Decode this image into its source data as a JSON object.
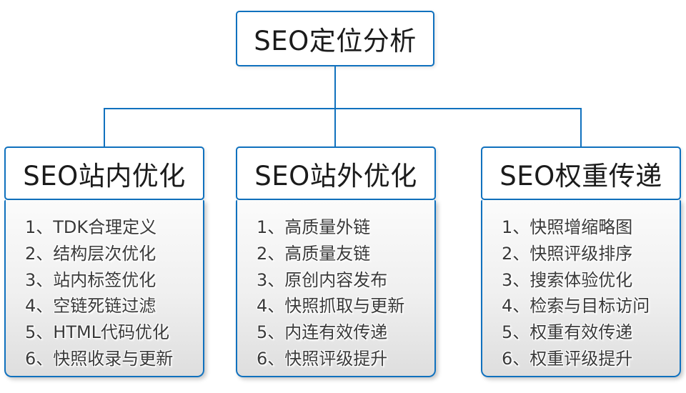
{
  "root": {
    "label": "SEO定位分析"
  },
  "columns": [
    {
      "header": "SEO站内优化",
      "items": [
        "1、TDK合理定义",
        "2、结构层次优化",
        "3、站内标签优化",
        "4、空链死链过滤",
        "5、HTML代码优化",
        "6、快照收录与更新"
      ]
    },
    {
      "header": "SEO站外优化",
      "items": [
        "1、高质量外链",
        "2、高质量友链",
        "3、原创内容发布",
        "4、快照抓取与更新",
        "5、内连有效传递",
        "6、快照评级提升"
      ]
    },
    {
      "header": "SEO权重传递",
      "items": [
        "1、快照增缩略图",
        "2、快照评级排序",
        "3、搜索体验优化",
        "4、检索与目标访问",
        "5、权重有效传递",
        "6、权重评级提升"
      ]
    }
  ],
  "colors": {
    "line_color": "#1071BE",
    "header_text_color": "#1b1b1b",
    "item_text_color": "#3a3a3a",
    "body_top": "#fbfbfb",
    "body_bottom": "#dedede"
  }
}
